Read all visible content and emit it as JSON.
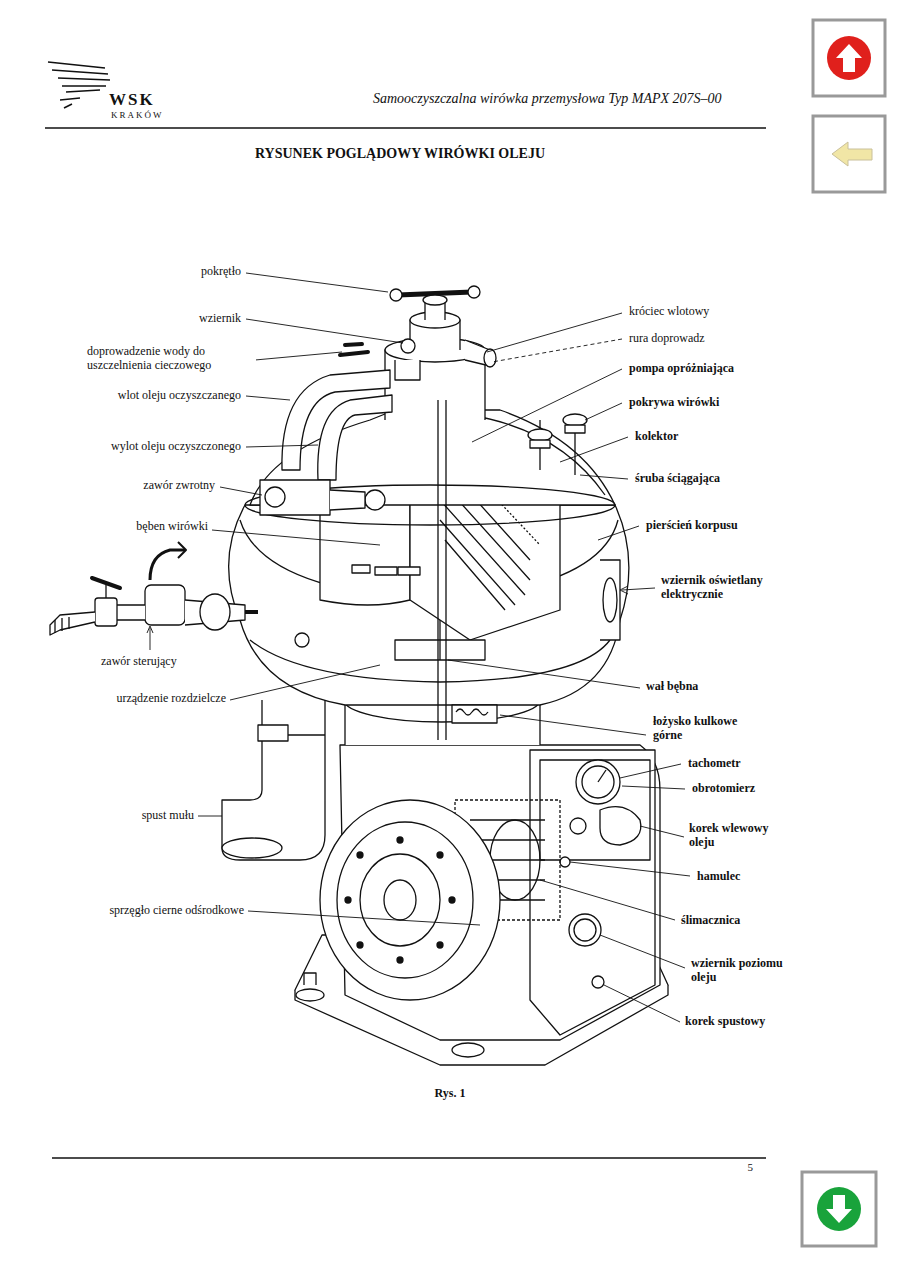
{
  "diagram": {
    "title": "RYSUNEK POGLĄDOWY WIRÓWKI OLEJU",
    "caption": "Rys. 1",
    "labels": [
      "Samooczyszczalna wirówka przemysłowa Typ MAPX 207S–00",
      "WSK",
      "KRAKÓW",
      "pokrętło",
      "wziernik",
      "doprowadzenie wody do uszczelnienia cieczowego",
      "wlot oleju oczyszczanego",
      "wylot oleju oczyszczonego",
      "zawór zwrotny",
      "bęben wirówki",
      "zawór sterujący",
      "urządzenie rozdzielcze",
      "spust mułu",
      "sprzęgło cierne odśrodkowe",
      "króciec wlotowy",
      "rura doprowadz",
      "pompa opróżniająca",
      "pokrywa wirówki",
      "kolektor",
      "śruba ściągająca",
      "pierścień korpusu",
      "wziernik oświetlany elektrycznie",
      "wał bębna",
      "łożysko kulkowe górne",
      "tachometr",
      "obrotomierz",
      "korek wlewowy oleju",
      "hamulec",
      "ślimacznica",
      "wziernik poziomu oleju",
      "korek spustowy",
      "5"
    ]
  }
}
